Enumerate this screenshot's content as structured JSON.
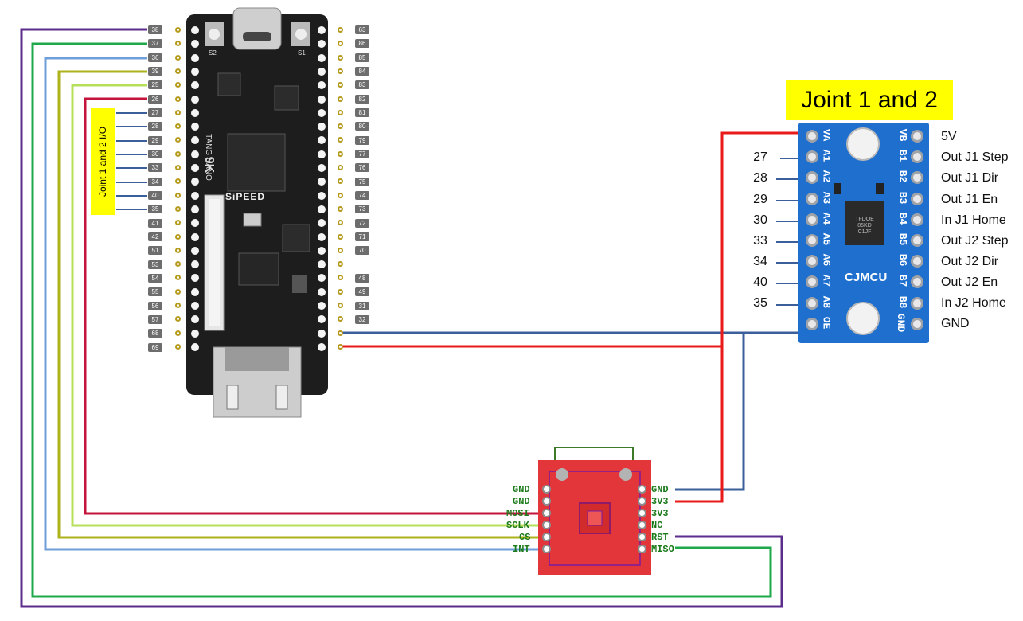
{
  "fpga": {
    "left_pins": [
      "38",
      "37",
      "36",
      "39",
      "25",
      "26",
      "27",
      "28",
      "29",
      "30",
      "33",
      "34",
      "40",
      "35",
      "41",
      "42",
      "51",
      "53",
      "54",
      "55",
      "56",
      "57",
      "68",
      "69"
    ],
    "right_pins": [
      "63",
      "86",
      "85",
      "84",
      "83",
      "82",
      "81",
      "80",
      "79",
      "77",
      "76",
      "75",
      "74",
      "73",
      "72",
      "71",
      "70",
      "",
      "48",
      "49",
      "31",
      "32",
      "",
      ""
    ],
    "silk": {
      "model": "TANG NANO",
      "variant": "9K",
      "brand": "SiPEED",
      "s2": "S2",
      "s1": "S1"
    }
  },
  "io_tag": {
    "label": "Joint 1 and 2 I/O"
  },
  "cjmcu": {
    "title": "Joint 1 and 2",
    "brand": "CJMCU",
    "chip_text": "TFDOE 85KD C1JF",
    "left_pin_labels": [
      "VA",
      "A1",
      "A2",
      "A3",
      "A4",
      "A5",
      "A6",
      "A7",
      "A8",
      "OE"
    ],
    "right_pin_labels": [
      "VB",
      "B1",
      "B2",
      "B3",
      "B4",
      "B5",
      "B6",
      "B7",
      "B8",
      "GND"
    ],
    "left_numbers": [
      "27",
      "28",
      "29",
      "30",
      "33",
      "34",
      "40",
      "35"
    ],
    "right_signals": [
      "5V",
      "Out J1 Step",
      "Out J1 Dir",
      "Out J1 En",
      "In J1 Home",
      "Out J2 Step",
      "Out J2 Dir",
      "Out J2 En",
      "In J2 Home",
      "GND"
    ]
  },
  "imu": {
    "left_labels": [
      "GND",
      "GND",
      "MOSI",
      "SCLK",
      "CS",
      "INT"
    ],
    "right_labels": [
      "GND",
      "3V3",
      "3V3",
      "NC",
      "RST",
      "MISO"
    ]
  },
  "colors": {
    "purple": "#5b2d8e",
    "green": "#1fa84a",
    "lightblue": "#6f9fd8",
    "olive": "#aeb21b",
    "lime": "#b7e05a",
    "crimson": "#c3143c",
    "navy": "#3a5f9a",
    "red": "#e81a1a",
    "gold_wire": "#b8a21b"
  }
}
